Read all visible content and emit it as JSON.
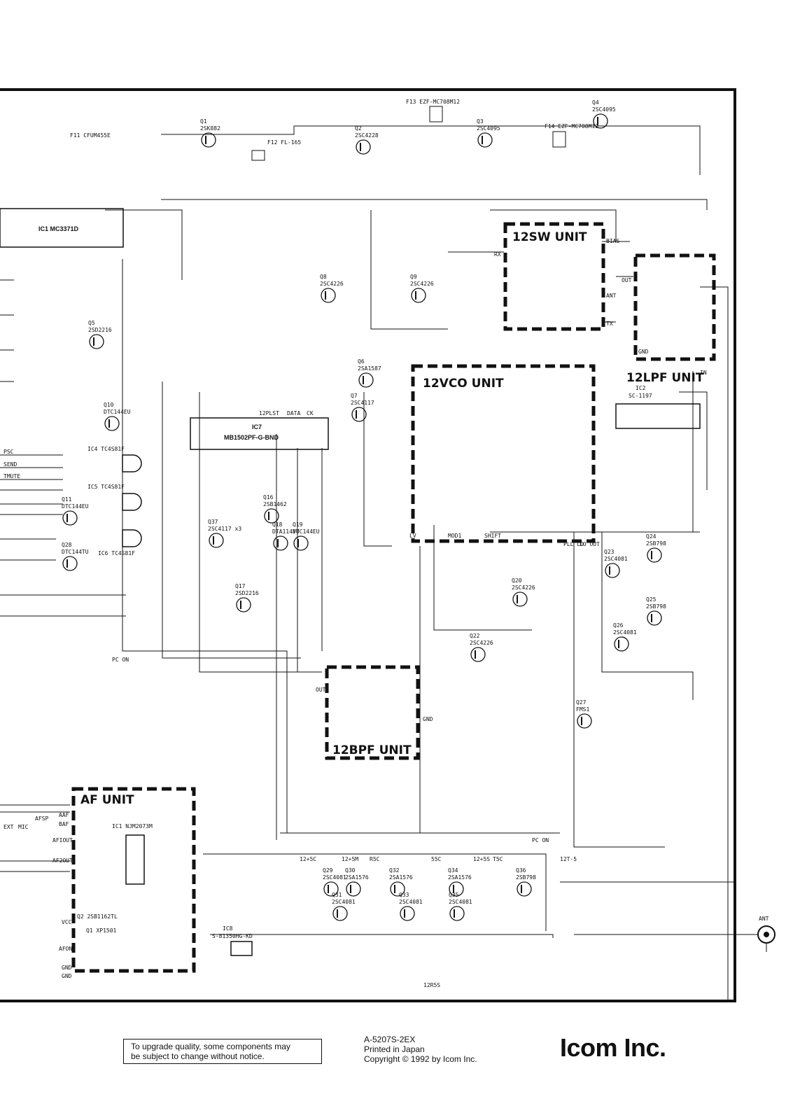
{
  "units": {
    "sw": "12SW UNIT",
    "lpf": "12LPF UNIT",
    "vco": "12VCO UNIT",
    "bpf": "12BPF UNIT",
    "af": "AF UNIT"
  },
  "ics": {
    "ic1": "IC1 MC3371D",
    "ic7_ref": "IC7",
    "ic7_part": "MB1502PF-G-BND",
    "ic2_ref": "IC2",
    "ic2_part": "SC-1197",
    "ic4": "IC4 TC4S81F",
    "ic5": "IC5 TC4S81F",
    "ic6": "IC6 TC4S81F",
    "ic8_ref": "IC8",
    "ic8_part": "S-81350HG-KD",
    "af_ic": "IC1 NJM2073M"
  },
  "transistors": [
    {
      "ref": "Q1",
      "part": "2SK882"
    },
    {
      "ref": "Q2",
      "part": "2SC4228"
    },
    {
      "ref": "Q3",
      "part": "2SC4095"
    },
    {
      "ref": "Q4",
      "part": "2SC4095"
    },
    {
      "ref": "Q5",
      "part": "2SD2216"
    },
    {
      "ref": "Q6",
      "part": "2SA1587"
    },
    {
      "ref": "Q7",
      "part": "2SC4117"
    },
    {
      "ref": "Q8",
      "part": "2SC4226"
    },
    {
      "ref": "Q9",
      "part": "2SC4226"
    },
    {
      "ref": "Q10",
      "part": "DTC144EU"
    },
    {
      "ref": "Q11",
      "part": "DTC144EU"
    },
    {
      "ref": "Q16",
      "part": "2SB1462"
    },
    {
      "ref": "Q17",
      "part": "2SD2216"
    },
    {
      "ref": "Q18",
      "part": "DTA114YU"
    },
    {
      "ref": "Q19",
      "part": "DTC144EU"
    },
    {
      "ref": "Q20",
      "part": "2SC4226"
    },
    {
      "ref": "Q22",
      "part": "2SC4226"
    },
    {
      "ref": "Q23",
      "part": "2SC4081"
    },
    {
      "ref": "Q24",
      "part": "2SB798"
    },
    {
      "ref": "Q25",
      "part": "2SB798"
    },
    {
      "ref": "Q26",
      "part": "2SC4081"
    },
    {
      "ref": "Q27",
      "part": "FMS1"
    },
    {
      "ref": "Q28",
      "part": "DTC144TU"
    },
    {
      "ref": "Q29",
      "part": "2SC4081"
    },
    {
      "ref": "Q30",
      "part": "2SA1576"
    },
    {
      "ref": "Q31",
      "part": "2SC4081"
    },
    {
      "ref": "Q32",
      "part": "2SA1576"
    },
    {
      "ref": "Q33",
      "part": "2SC4081"
    },
    {
      "ref": "Q34",
      "part": "2SA1576"
    },
    {
      "ref": "Q35",
      "part": "2SC4081"
    },
    {
      "ref": "Q36",
      "part": "2SB798"
    },
    {
      "ref": "Q37",
      "part": "2SC4117 x3"
    }
  ],
  "filters": {
    "f11": "F11 CFUM455E",
    "f12": "F12 FL-165",
    "f13": "F13 EZF-MC708M12",
    "f14": "F14 EZF-MC708M12"
  },
  "af_unit": {
    "pins_left": [
      "AAF",
      "BAF",
      "AFIOUT",
      "AF2OUT",
      "VCC",
      "AFON",
      "GND",
      "GND"
    ],
    "q1": "Q1 XP1501",
    "q2": "Q2 2SB1162TL"
  },
  "signals": [
    "PSC",
    "SEND",
    "TMUTE",
    "PC ON",
    "EXT",
    "MIC",
    "AFSP",
    "BIAS",
    "RX",
    "TX",
    "ANT",
    "OUT",
    "IN",
    "GND",
    "LV",
    "MOD1",
    "SHIFT",
    "PLL LO",
    "LO OUT",
    "12PLST",
    "DATA",
    "CK",
    "12+5C",
    "12+5M",
    "R5C",
    "55C",
    "12+5S",
    "T5C",
    "12T-5",
    "12R5S"
  ],
  "ant_label": "ANT",
  "footer": {
    "notice_line1": "To upgrade quality, some components may",
    "notice_line2": "be subject to change without notice.",
    "doc_number": "A-5207S-2EX",
    "printed": "Printed in Japan",
    "copyright": "Copyright © 1992 by Icom Inc.",
    "brand": "Icom Inc."
  }
}
